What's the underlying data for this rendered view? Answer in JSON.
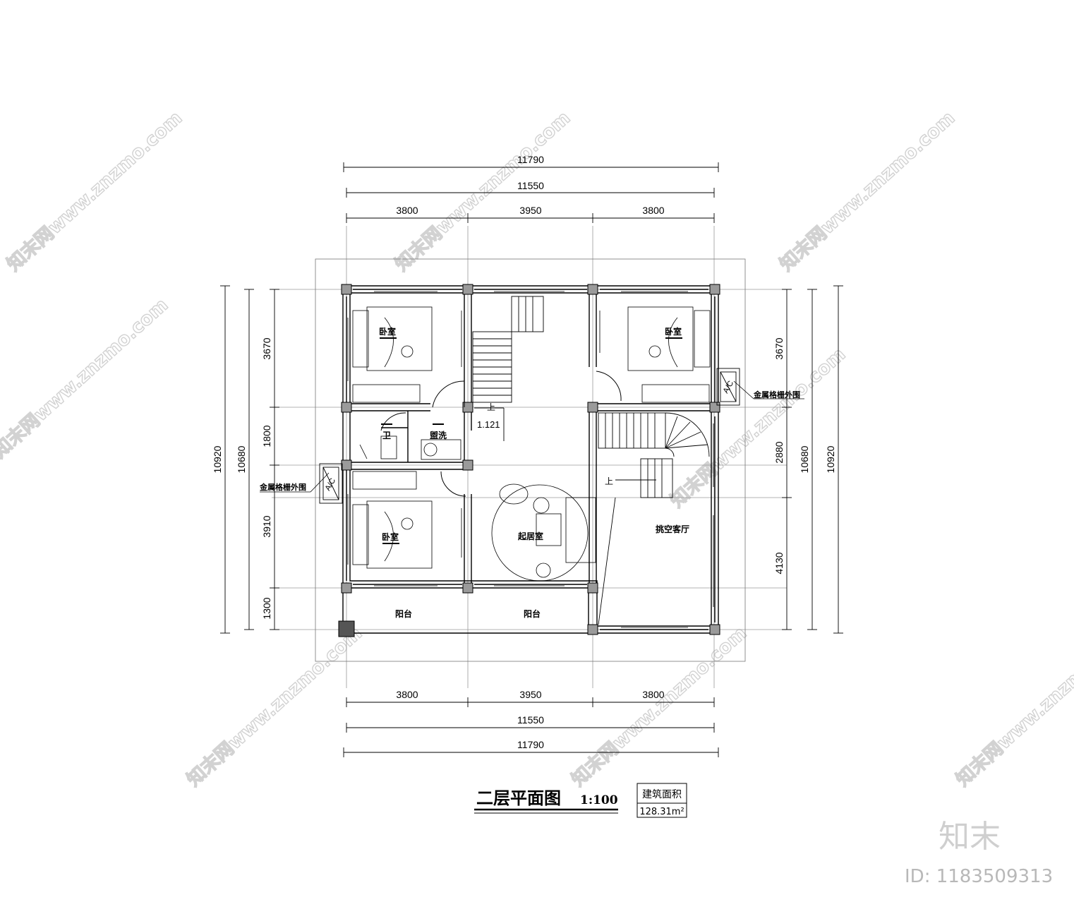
{
  "drawing": {
    "title": "二层平面图",
    "scale": "1:100",
    "area_label": "建筑面积",
    "area_value": "128.31m²"
  },
  "dimensions": {
    "top": {
      "overall": "11790",
      "axes": "11550",
      "bays": [
        "3800",
        "3950",
        "3800"
      ]
    },
    "bottom": {
      "overall": "11790",
      "axes": "11550",
      "bays": [
        "3800",
        "3950",
        "3800"
      ]
    },
    "left": {
      "overall": "10920",
      "axes": "10680",
      "segments": [
        "3670",
        "1800",
        "3910",
        "1300"
      ]
    },
    "right": {
      "overall": "10920",
      "axes": "10680",
      "segments": [
        "3670",
        "2880",
        "4130"
      ]
    }
  },
  "rooms": {
    "bedroom_nw": "卧室",
    "bedroom_ne": "卧室",
    "bedroom_sw": "卧室",
    "bath": "卫",
    "wash": "盥洗",
    "living": "起居室",
    "void": "挑空客厅",
    "balcony_left": "阳台",
    "balcony_mid": "阳台"
  },
  "annotations": {
    "grille_right": "金属格栅外围",
    "grille_left": "金属格栅外围",
    "stair_up_1": "上",
    "stair_up_2": "上",
    "level_mark": "1.121",
    "ac": "A/C"
  },
  "watermark": {
    "text": "知末网www.znzmo.com",
    "brand": "知末",
    "id": "ID: 1183509313"
  }
}
